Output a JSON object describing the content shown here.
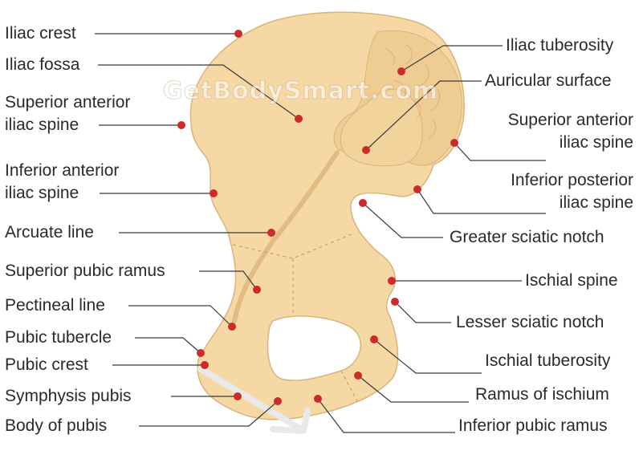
{
  "watermark": "GetBodySmart.com",
  "colors": {
    "bone": "#f6d8a4",
    "bone_shadow": "#e9c184",
    "bone_outline": "#d9b47e",
    "marker": "#cc2b2b",
    "leader": "#3a3a3a",
    "text": "#2a2a2a"
  },
  "labels_left": {
    "iliac_crest": "Iliac crest",
    "iliac_fossa": "Iliac fossa",
    "superior_anterior_iliac_spine_l1": "Superior anterior",
    "superior_anterior_iliac_spine_l2": "iliac spine",
    "inferior_anterior_iliac_spine_l1": "Inferior anterior",
    "inferior_anterior_iliac_spine_l2": "iliac spine",
    "arcuate_line": "Arcuate line",
    "superior_pubic_ramus": "Superior pubic ramus",
    "pectineal_line": "Pectineal line",
    "pubic_tubercle": "Pubic tubercle",
    "pubic_crest": "Pubic crest",
    "symphysis_pubis": "Symphysis pubis",
    "body_of_pubis": "Body of pubis"
  },
  "labels_right": {
    "iliac_tuberosity": "Iliac tuberosity",
    "auricular_surface": "Auricular surface",
    "superior_posterior_iliac_spine_l1": "Superior anterior",
    "superior_posterior_iliac_spine_l2": "iliac spine",
    "inferior_posterior_iliac_spine_l1": "Inferior posterior",
    "inferior_posterior_iliac_spine_l2": "iliac spine",
    "greater_sciatic_notch": "Greater sciatic notch",
    "ischial_spine": "Ischial spine",
    "lesser_sciatic_notch": "Lesser sciatic notch",
    "ischial_tuberosity": "Ischial tuberosity",
    "ramus_of_ischium": "Ramus of ischium",
    "inferior_pubic_ramus": "Inferior pubic ramus"
  }
}
